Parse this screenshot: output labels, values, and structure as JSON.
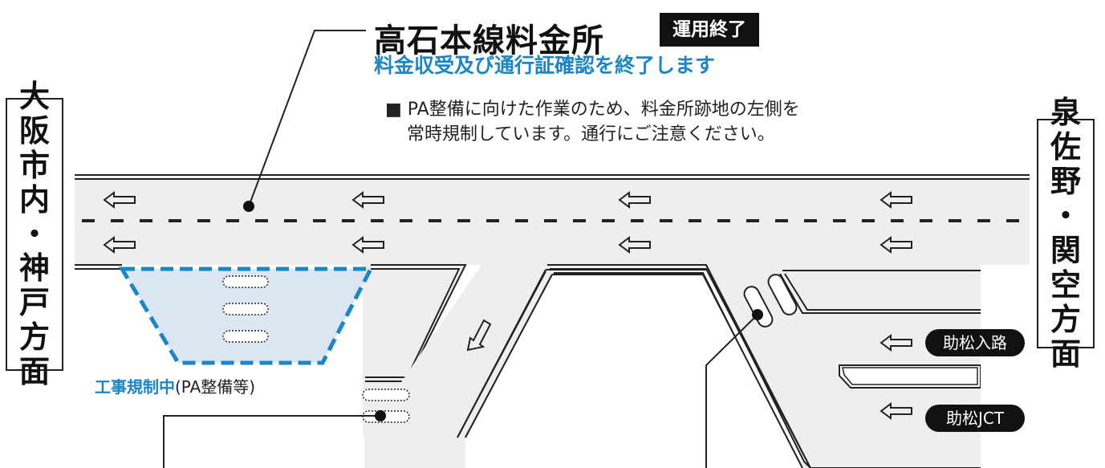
{
  "header": {
    "title": "高石本線料金所",
    "badge": "運用終了",
    "subtitle": "料金収受及び通行証確認を終了します"
  },
  "notice": {
    "bullet": "■",
    "line1": "PA整備に向けた作業のため、料金所跡地の左側を",
    "line2": "常時規制しています。通行にご注意ください。"
  },
  "directions": {
    "left_chars": [
      "大",
      "阪",
      "市",
      "内",
      "・",
      "神",
      "戸",
      "方",
      "面"
    ],
    "right_chars": [
      "泉",
      "佐",
      "野",
      "・",
      "関",
      "空",
      "方",
      "面"
    ]
  },
  "work_zone": {
    "label_bold": "工事規制中",
    "label_rest": "(PA整備等)"
  },
  "ramps": {
    "entry": "助松入路",
    "jct": "助松JCT"
  },
  "colors": {
    "accent_blue": "#1a86c8",
    "road_fill": "#eeeeee",
    "zone_fill": "#dce6f2",
    "badge_bg": "#111111"
  }
}
